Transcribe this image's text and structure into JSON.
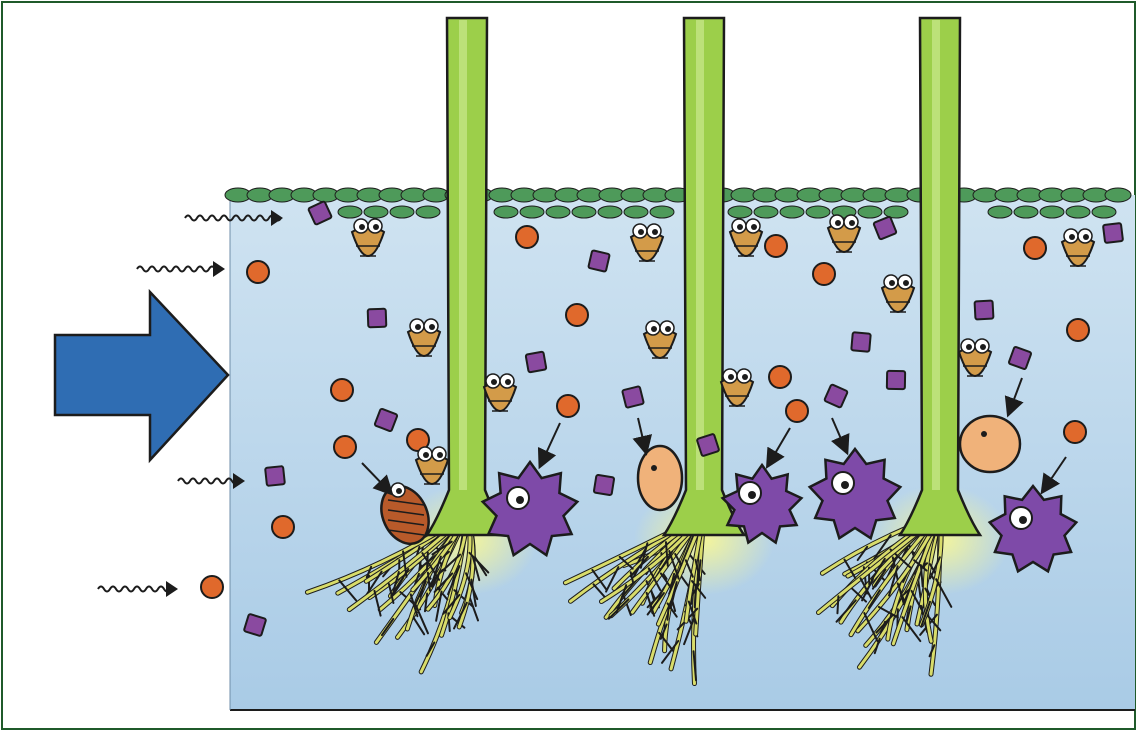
{
  "diagram": {
    "colors": {
      "frame": "#1f5a2a",
      "water_top": "#cfe3f1",
      "water_bottom": "#a9cbe6",
      "stem": "#9ccf4a",
      "stem_outline": "#1c1c1c",
      "root": "#d8dc6a",
      "root_glow": "#f4f59a",
      "leaf_mat": "#4e9a5a",
      "flow_arrow": "#2f6db3",
      "organic_particle": "#e0692c",
      "pollutant_particle": "#8a4aa0",
      "bug": "#d39b49",
      "root_microbe": "#7e4aa8",
      "bean_microbe": "#f0b27a",
      "beetle": "#b85a2a"
    },
    "elements": {
      "flow_arrow": "large-inflow-arrow",
      "tank": "wetland-water-tank",
      "plants": [
        "plant-stem-left",
        "plant-stem-middle",
        "plant-stem-right"
      ],
      "surface_mat": "floating-leaf-mat",
      "inflow_squiggles": 4
    }
  }
}
